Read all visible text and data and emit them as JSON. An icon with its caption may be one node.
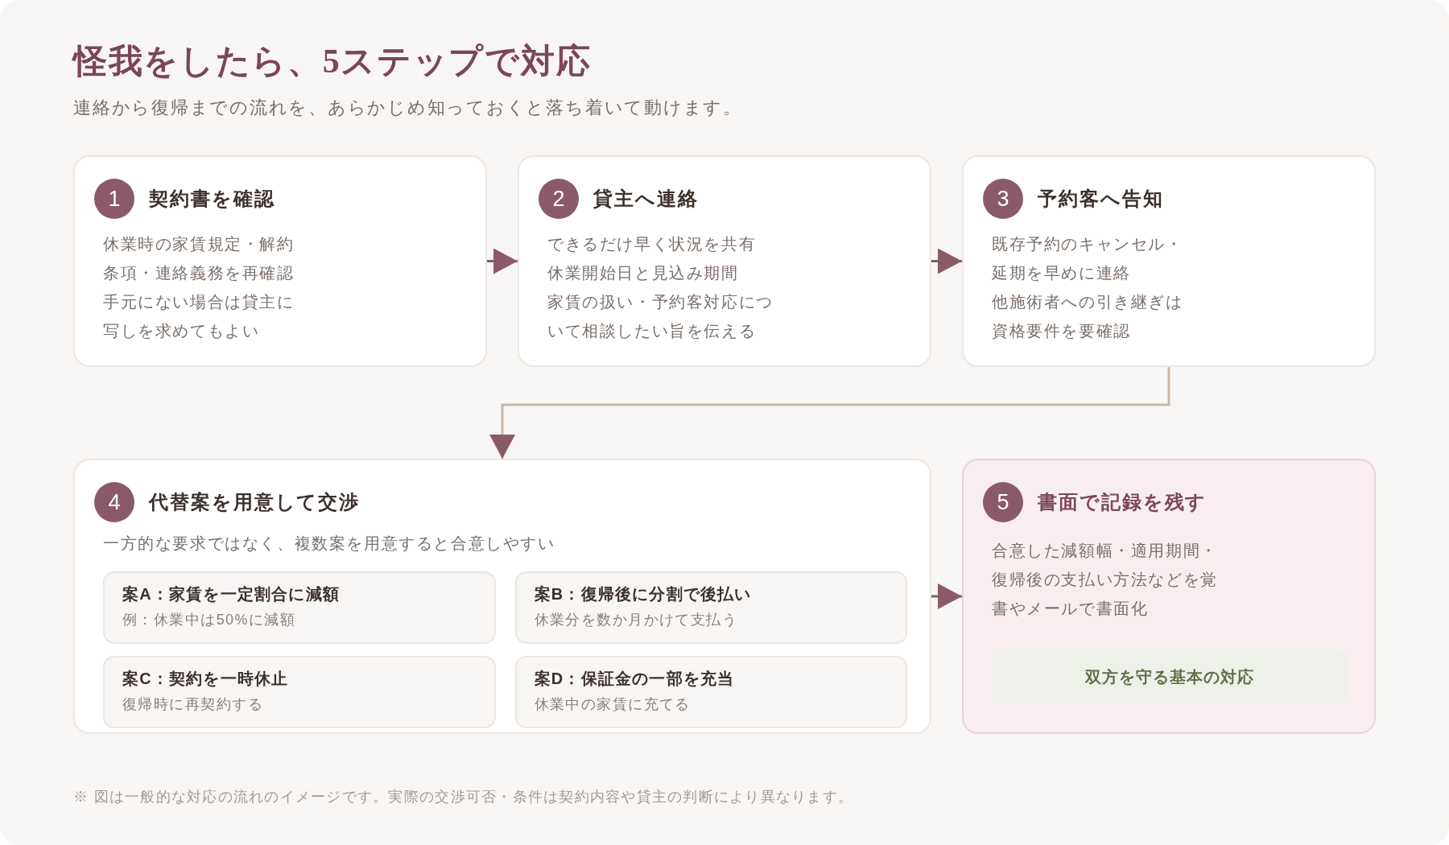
{
  "diagram": {
    "title": "怪我をしたら、5ステップで対応",
    "nodes": [
      {
        "text": [
          "契約書を確認",
          "休業時の家賃規定・解約条項・連絡義務を再確認",
          "手元にない場合は貸主に写しを求めてもよい"
        ]
      },
      {
        "text": [
          "1"
        ],
        "in": 0
      },
      {
        "text": [
          "貸主へ連絡",
          "できるだけ早く状況を共有",
          "休業開始日と見込み期間",
          "家賃の扱い・予約客対応について相談したい旨を伝える"
        ]
      },
      {
        "text": [
          "2"
        ],
        "in": 2
      },
      {
        "text": [
          "予約客へ告知",
          "既存予約のキャンセル・延期を早めに連絡",
          "他施術者への引き継ぎは資格要件を要確認"
        ]
      },
      {
        "text": [
          "3"
        ],
        "in": 4
      },
      {
        "text": [
          "代替案を用意して交渉",
          "一方的な要求ではなく、複数案を用意すると合意しやすい"
        ]
      },
      {
        "text": [
          "4"
        ],
        "in": 6
      },
      {
        "text": [
          "案A：家賃を一定割合に減額",
          "例：休業中は50%に減額"
        ],
        "in": 6
      },
      {
        "text": [
          "案B：復帰後に分割で後払い",
          "休業分を数か月かけて支払う"
        ],
        "in": 6
      },
      {
        "text": [
          "案C：契約を一時休止",
          "復帰時に再契約する"
        ],
        "in": 6
      },
      {
        "text": [
          "案D：保証金の一部を充当",
          "休業中の家賃に充てる"
        ],
        "in": 6
      },
      {
        "text": [
          "書面で記録を残す",
          "合意した減額幅・適用期間・復帰後の支払い方法などを覚書やメールで書面化"
        ]
      },
      {
        "text": [
          "5"
        ],
        "in": 12
      },
      {
        "text": [
          "双方を守る基本の対応"
        ],
        "in": 12
      }
    ],
    "edges": [
      {
        "from": 0,
        "to": 2,
        "arrow": "to"
      },
      {
        "from": 2,
        "to": 4,
        "arrow": "to"
      },
      {
        "from": 4,
        "to": 6,
        "arrow": "to",
        "color": "#c9b8a6"
      },
      {
        "from": 6,
        "to": 12,
        "arrow": "to"
      }
    ],
    "labels": [
      "連絡から復帰までの流れを、あらかじめ知っておくと落ち着いて動けます。",
      "※ 図は一般的な対応の流れのイメージです。実際の交渉可否・条件は契約内容や貸主の判断により異なります。"
    ]
  }
}
